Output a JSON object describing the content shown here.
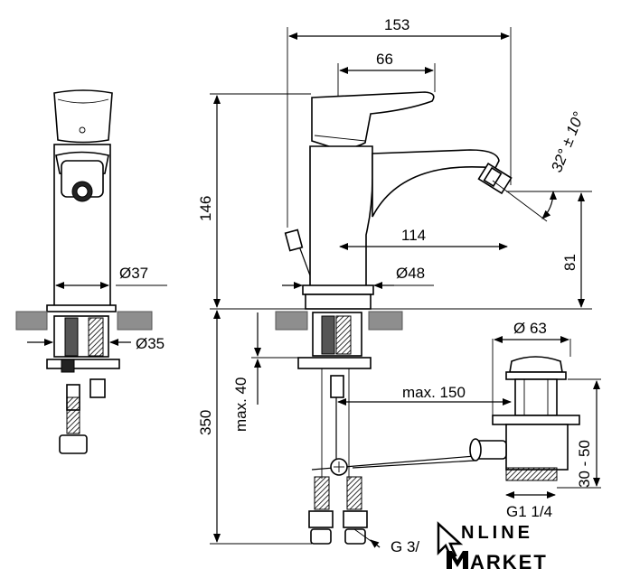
{
  "dimensions": {
    "overall_width": "153",
    "handle_reach": "66",
    "spout_reach": "114",
    "body_diameter_side": "Ø37",
    "body_diameter_front": "Ø48",
    "hole_diameter": "Ø35",
    "height": "146",
    "outlet_height": "81",
    "spray_angle": "32° ± 10°",
    "below_deck": "350",
    "max_thickness": "max. 40",
    "max_distance": "max. 150",
    "waste_diameter": "Ø 63",
    "waste_adjust": "30 - 50",
    "waste_thread": "G1 1/4",
    "hose_thread": "G 3/"
  },
  "logo": {
    "line1": "NLINE",
    "line2": "ARKET"
  }
}
